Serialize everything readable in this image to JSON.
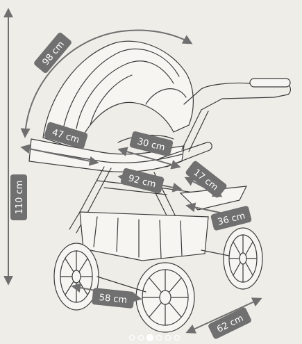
{
  "dimensions": {
    "height": "110 cm",
    "canopy_arc": "98 cm",
    "bassinet_length": "47 cm",
    "bassinet_width": "30 cm",
    "frame_length": "92 cm",
    "footrest_depth": "17 cm",
    "footrest_width": "36 cm",
    "wheel_track": "58 cm",
    "wheelbase": "62 cm"
  },
  "carousel": {
    "total": 6,
    "active_index": 2
  },
  "colors": {
    "background": "#efede8",
    "label_background": "#707070",
    "label_text": "#ffffff",
    "line": "#3a3a3a"
  }
}
